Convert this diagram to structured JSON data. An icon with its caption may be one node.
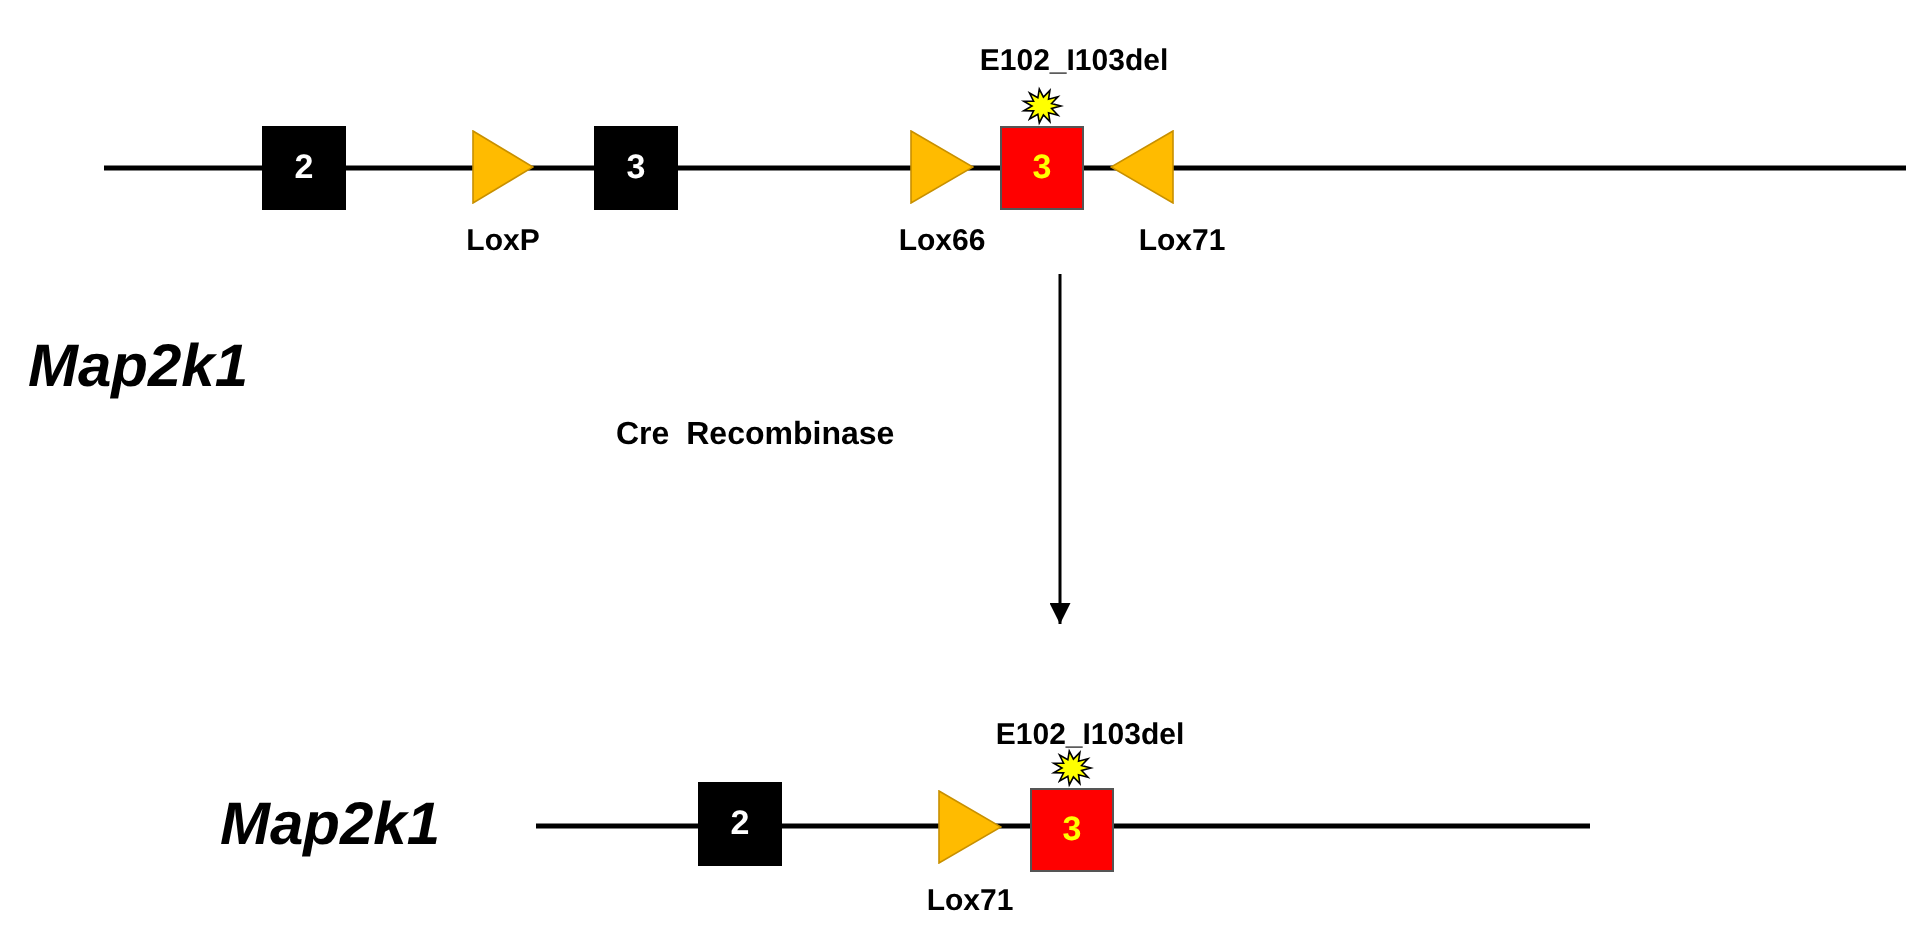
{
  "diagram": {
    "nodes": [
      {
        "text": [
          "2"
        ]
      },
      {
        "text": [
          "LoxP"
        ]
      },
      {
        "text": [
          "3"
        ]
      },
      {
        "text": [
          "Lox66"
        ]
      },
      {
        "text": [
          "3"
        ],
        "beside": [
          "E102_I103del"
        ]
      },
      {
        "text": [
          "Lox71"
        ]
      },
      {
        "text": [
          "2"
        ]
      },
      {
        "text": [
          "Lox71"
        ]
      },
      {
        "text": [
          "3"
        ],
        "beside": [
          "E102_I103del"
        ]
      }
    ],
    "labels": [
      "Map2k1",
      "Cre Recombinase",
      "Map2k1"
    ]
  }
}
